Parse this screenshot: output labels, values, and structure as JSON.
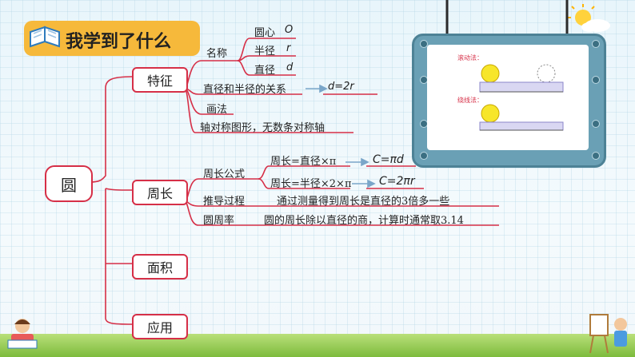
{
  "title": "我学到了什么",
  "root": "圆",
  "branches": {
    "tezheng": {
      "label": "特征",
      "mingcheng": "名称",
      "names": [
        {
          "name": "圆心",
          "symbol": "O"
        },
        {
          "name": "半径",
          "symbol": "r"
        },
        {
          "name": "直径",
          "symbol": "d"
        }
      ],
      "relation": "直径和半径的关系",
      "relation_formula": "d=2r",
      "huafa": "画法",
      "symmetry": "轴对称图形，无数条对称轴"
    },
    "zhouchang": {
      "label": "周长",
      "formula_label": "周长公式",
      "formula1": "周长=直径×π",
      "formula1_math": "C=πd",
      "formula2": "周长=半径×2×π",
      "formula2_math": "C=2πr",
      "derivation_label": "推导过程",
      "derivation": "通过测量得到周长是直径的3倍多一些",
      "pi_label": "圆周率",
      "pi_desc": "圆的周长除以直径的商，计算时通常取3.14"
    },
    "mianji": {
      "label": "面积"
    },
    "yingyong": {
      "label": "应用"
    }
  },
  "panel": {
    "label1": "滚动法：",
    "label2": "绕线法："
  },
  "colors": {
    "line": "#d62f47",
    "arrow": "#7aa6c9",
    "title_bg": "#f6b93b"
  }
}
